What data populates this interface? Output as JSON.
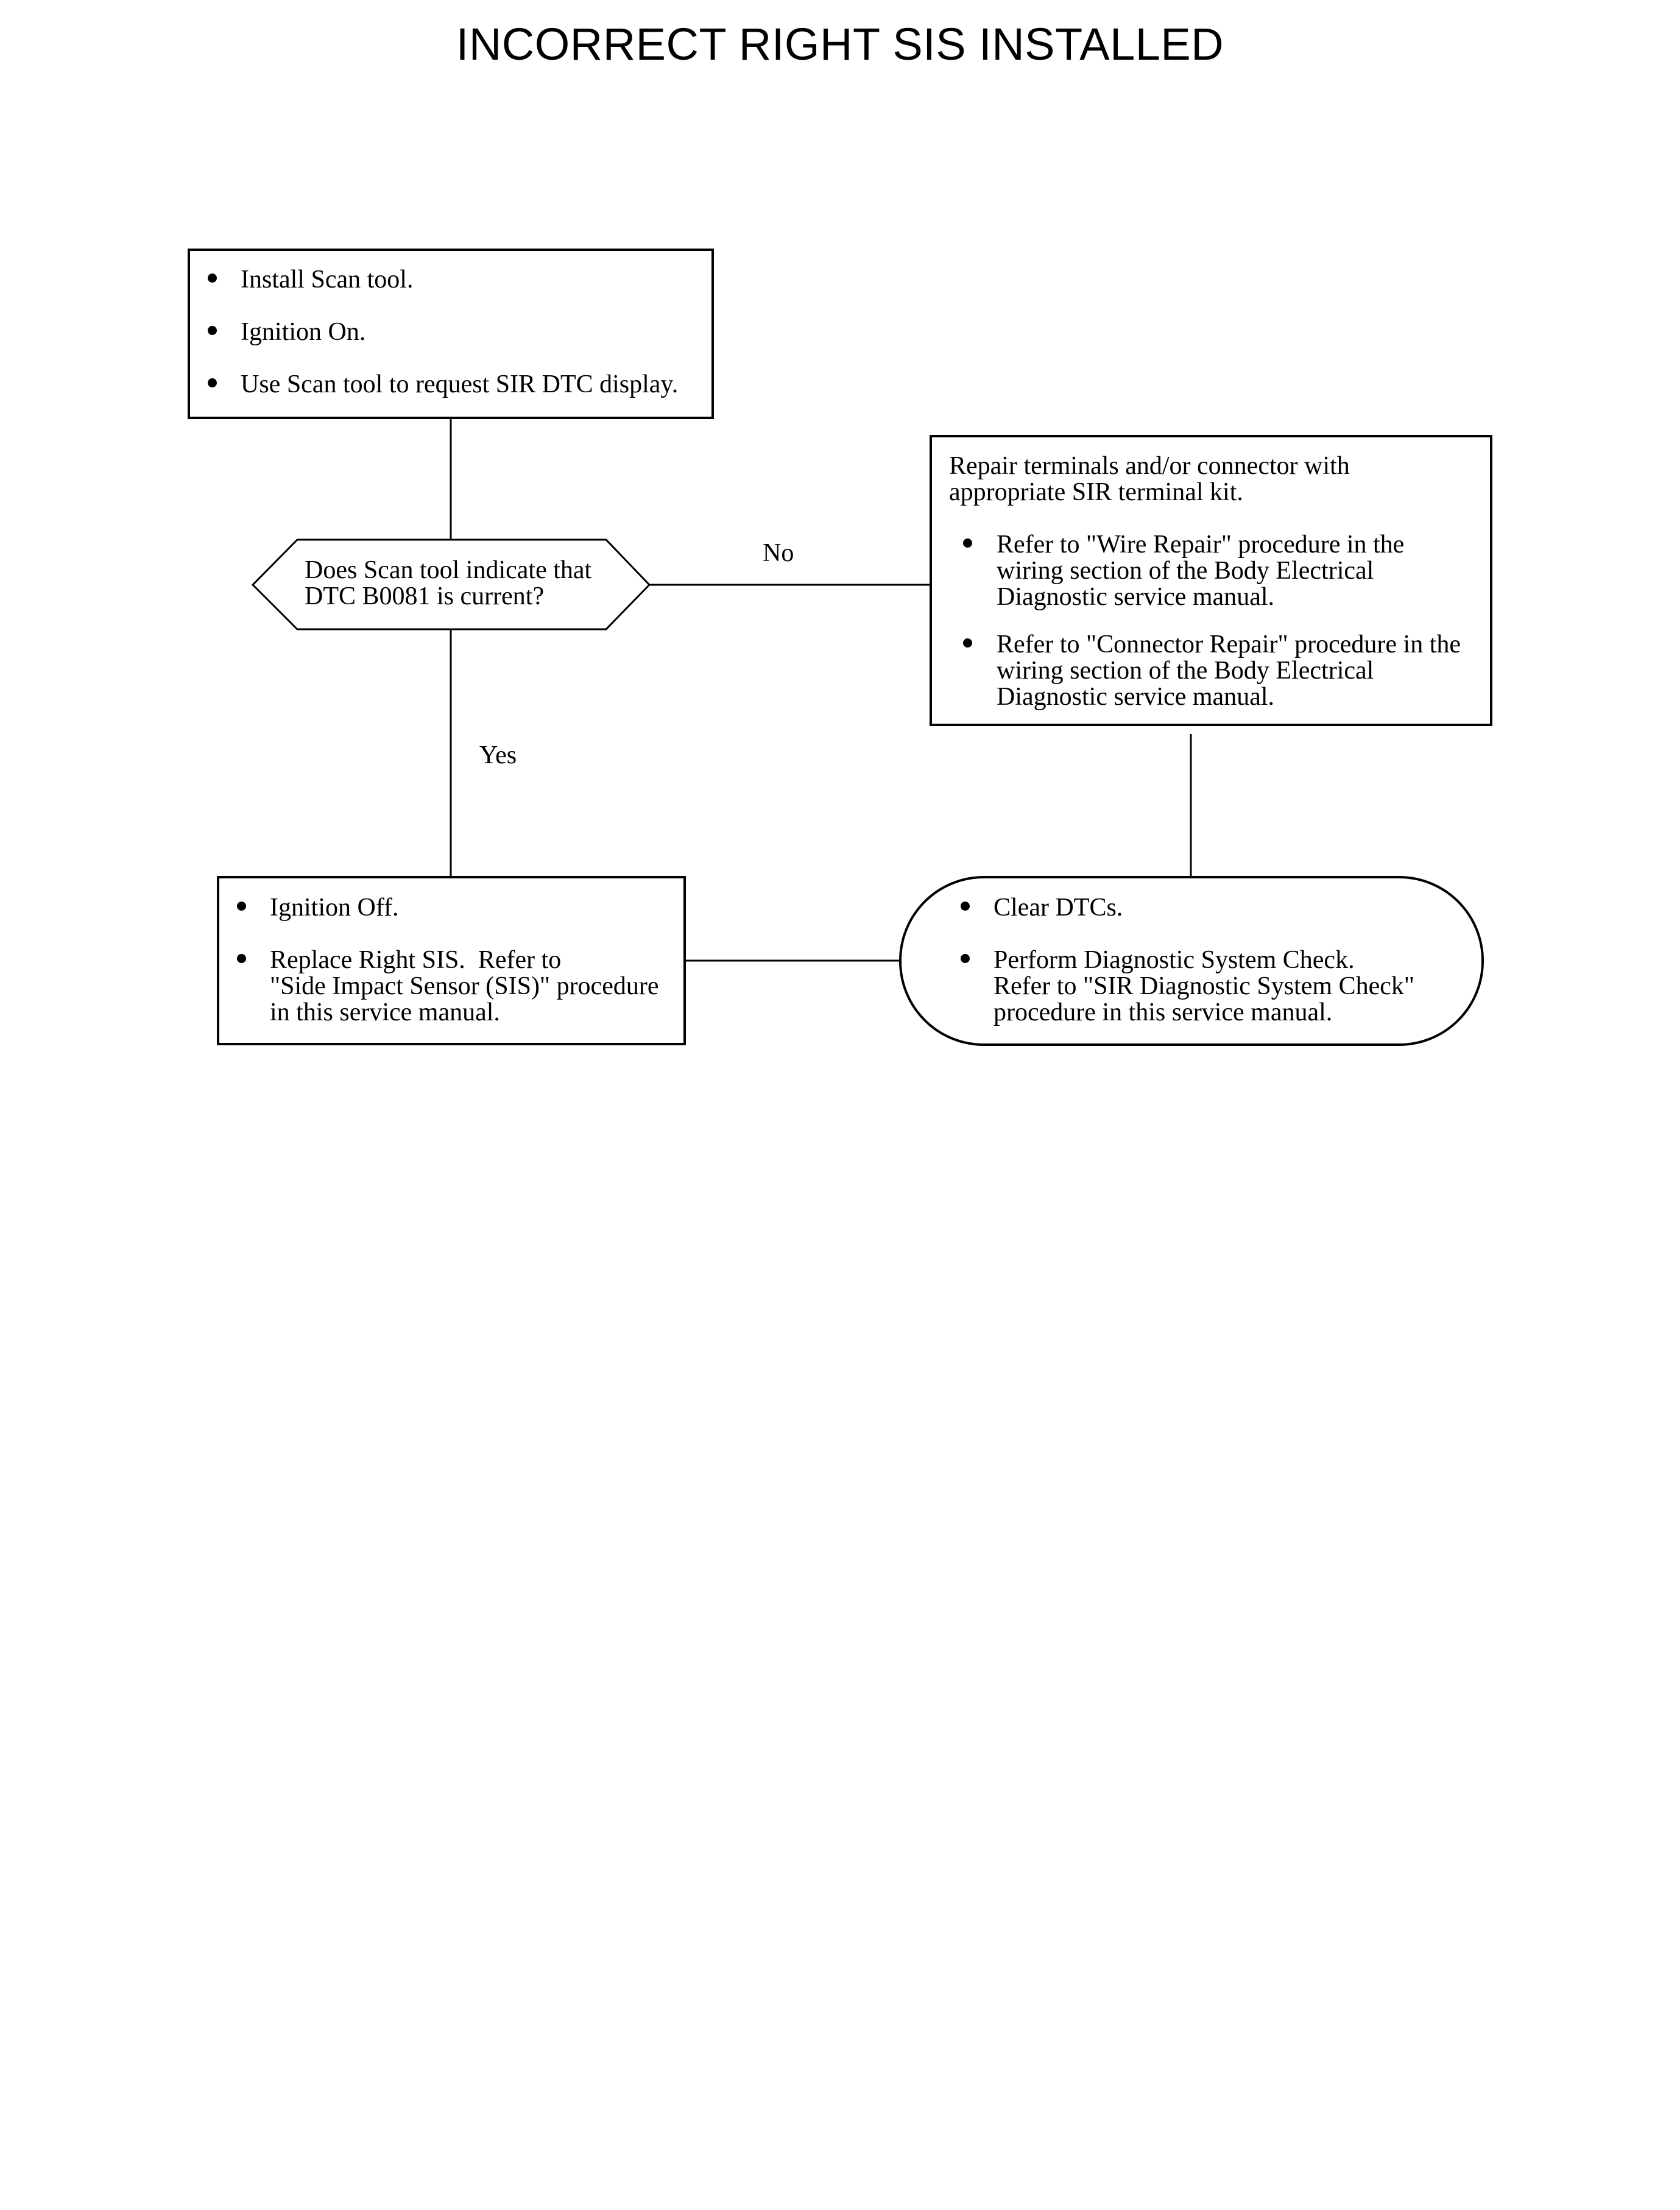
{
  "title": "INCORRECT RIGHT SIS INSTALLED",
  "start_box": {
    "items": [
      "Install Scan tool.",
      "Ignition On.",
      "Use Scan tool to request SIR DTC display."
    ]
  },
  "decision": {
    "line1": "Does Scan tool indicate that",
    "line2": "DTC B0081 is current?"
  },
  "edges": {
    "no_label": "No",
    "yes_label": "Yes"
  },
  "repair_box": {
    "intro_line1": "Repair terminals and/or connector with",
    "intro_line2": "appropriate SIR terminal kit.",
    "items": [
      {
        "line1": "Refer to \"Wire Repair\" procedure in the",
        "line2": "wiring section of the Body Electrical",
        "line3": "Diagnostic service manual."
      },
      {
        "line1": "Refer to \"Connector Repair\" procedure in the",
        "line2": "wiring section of the Body Electrical",
        "line3": "Diagnostic service manual."
      }
    ]
  },
  "replace_box": {
    "item1": "Ignition Off.",
    "item2_line1": "Replace Right SIS.  Refer to",
    "item2_line2": "\"Side Impact Sensor (SIS)\" procedure",
    "item2_line3": "in this service manual."
  },
  "end_box": {
    "item1": "Clear DTCs.",
    "item2_line1": "Perform Diagnostic System Check.",
    "item2_line2": "Refer to \"SIR Diagnostic System Check\"",
    "item2_line3": "procedure in this service manual."
  }
}
